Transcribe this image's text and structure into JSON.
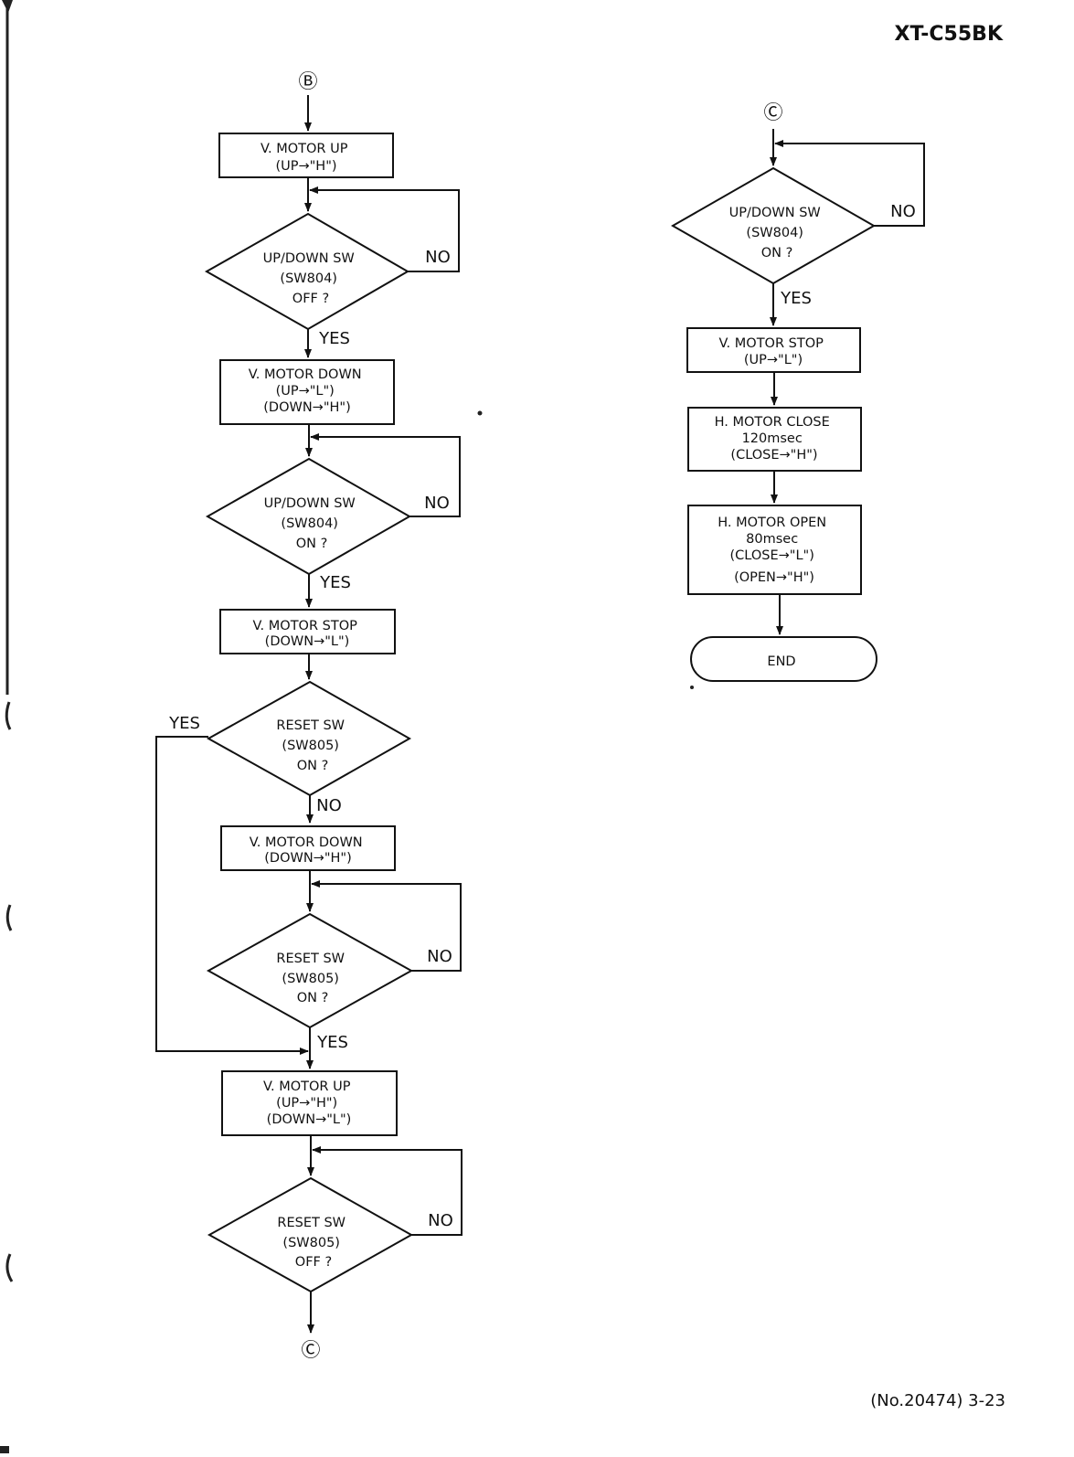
{
  "header": {
    "model": "XT-C55BK"
  },
  "footer": {
    "page": "(No.20474) 3-23"
  },
  "connectors": {
    "start": "Ⓑ",
    "off_page": "Ⓒ",
    "continue": "Ⓒ"
  },
  "left_flow": {
    "box1": [
      "V. MOTOR UP",
      "(UP→\"H\")"
    ],
    "dec1": [
      "UP/DOWN SW",
      "(SW804)",
      "OFF ?"
    ],
    "box2": [
      "V. MOTOR DOWN",
      "(UP→\"L\")",
      "(DOWN→\"H\")"
    ],
    "dec2": [
      "UP/DOWN SW",
      "(SW804)",
      "ON ?"
    ],
    "box3": [
      "V. MOTOR STOP",
      "(DOWN→\"L\")"
    ],
    "dec3": [
      "RESET SW",
      "(SW805)",
      "ON ?"
    ],
    "box4": [
      "V. MOTOR DOWN",
      "(DOWN→\"H\")"
    ],
    "dec4": [
      "RESET SW",
      "(SW805)",
      "ON ?"
    ],
    "box5": [
      "V. MOTOR UP",
      "(UP→\"H\")",
      "(DOWN→\"L\")"
    ],
    "dec5": [
      "RESET SW",
      "(SW805)",
      "OFF ?"
    ]
  },
  "right_flow": {
    "dec1": [
      "UP/DOWN SW",
      "(SW804)",
      "ON ?"
    ],
    "box1": [
      "V. MOTOR STOP",
      "(UP→\"L\")"
    ],
    "box2": [
      "H. MOTOR CLOSE",
      "120msec",
      "(CLOSE→\"H\")"
    ],
    "box3": [
      "H. MOTOR OPEN",
      "80msec",
      "(CLOSE→\"L\")",
      "(OPEN→\"H\")"
    ],
    "end": "END"
  },
  "branch_labels": {
    "yes": "YES",
    "no": "NO"
  }
}
